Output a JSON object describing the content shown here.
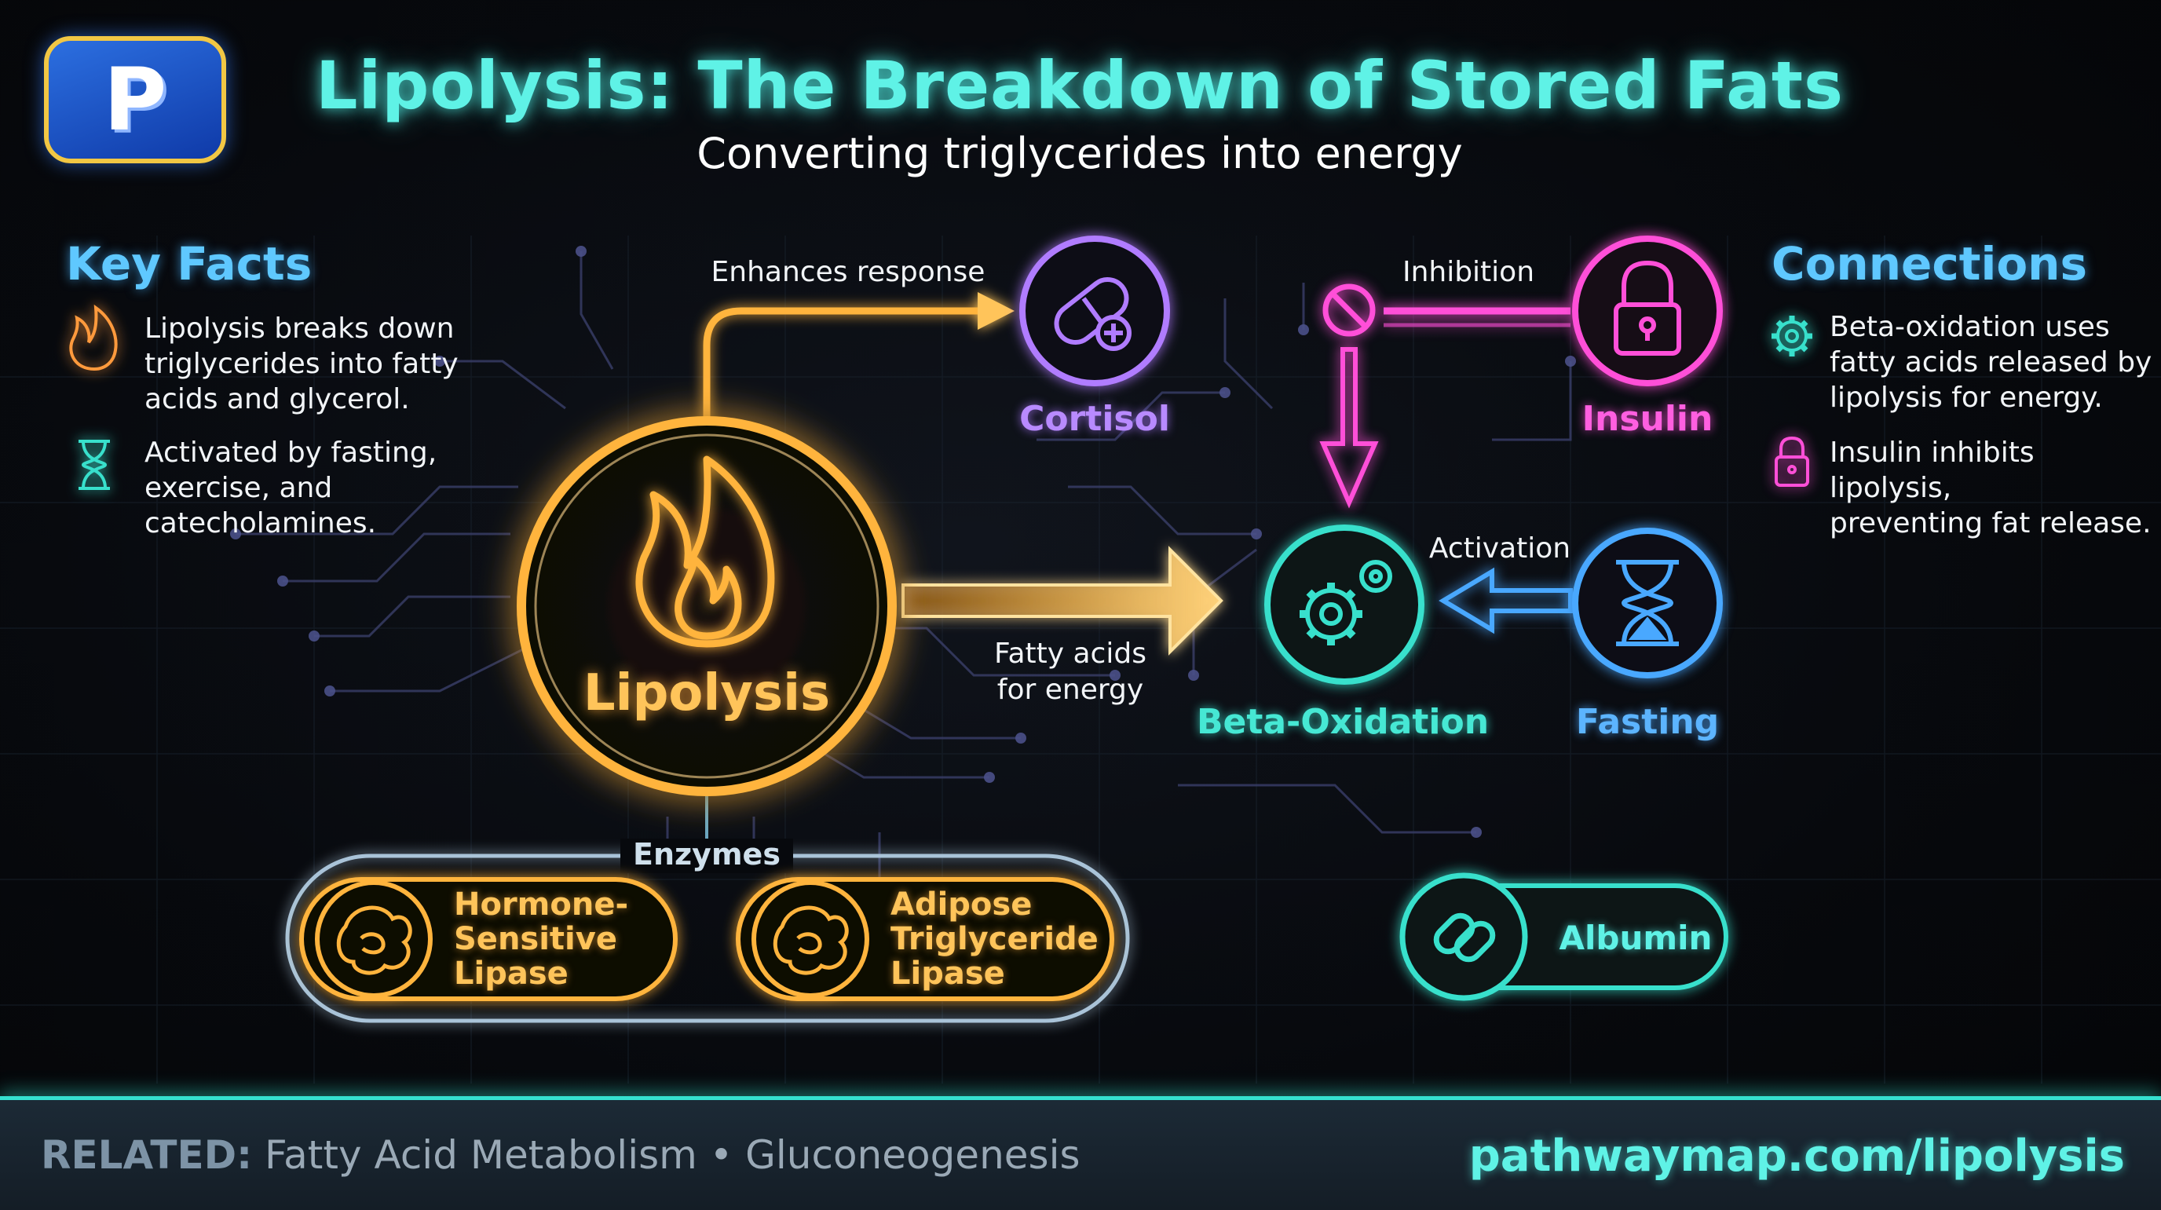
{
  "header": {
    "logo_letter": "P",
    "title": "Lipolysis: The Breakdown of Stored Fats",
    "subtitle": "Converting triglycerides into energy"
  },
  "key_facts": {
    "heading": "Key Facts",
    "items": [
      {
        "icon": "flame-icon",
        "lines": [
          "Lipolysis breaks down",
          "triglycerides into fatty",
          "acids and glycerol."
        ]
      },
      {
        "icon": "hourglass-icon",
        "lines": [
          "Activated by fasting,",
          "exercise, and",
          "catecholamines."
        ]
      }
    ]
  },
  "connections": {
    "heading": "Connections",
    "items": [
      {
        "icon": "gear-icon",
        "lines": [
          "Beta-oxidation uses",
          "fatty acids released by",
          "lipolysis for energy."
        ]
      },
      {
        "icon": "lock-icon",
        "lines": [
          "Insulin inhibits lipolysis,",
          "preventing fat release."
        ]
      }
    ]
  },
  "nodes": {
    "lipolysis": {
      "label": "Lipolysis",
      "icon": "flame-icon",
      "color": "#ffb43c"
    },
    "cortisol": {
      "label": "Cortisol",
      "icon": "pill-icon",
      "color": "#b07cff"
    },
    "insulin": {
      "label": "Insulin",
      "icon": "lock-icon",
      "color": "#ff4fd8"
    },
    "beta_oxidation": {
      "label": "Beta-Oxidation",
      "icon": "gears-icon",
      "color": "#38e0cc"
    },
    "fasting": {
      "label": "Fasting",
      "icon": "hourglass-icon",
      "color": "#4aa8ff"
    },
    "albumin": {
      "label": "Albumin",
      "icon": "chain-link-icon",
      "color": "#38e0cc"
    }
  },
  "edges": {
    "enhances": "Enhances response",
    "inhibition": "Inhibition",
    "activation": "Activation",
    "fatty_acids_line1": "Fatty acids",
    "fatty_acids_line2": "for energy"
  },
  "enzymes": {
    "heading": "Enzymes",
    "items": [
      {
        "icon": "enzyme-icon",
        "lines": [
          "Hormone-",
          "Sensitive",
          "Lipase"
        ]
      },
      {
        "icon": "enzyme-icon",
        "lines": [
          "Adipose",
          "Triglyceride",
          "Lipase"
        ]
      }
    ]
  },
  "footer": {
    "related_label": "RELATED:",
    "related_text": " Fatty Acid Metabolism • Gluconeogenesis",
    "site": "pathwaymap.com/lipolysis"
  }
}
